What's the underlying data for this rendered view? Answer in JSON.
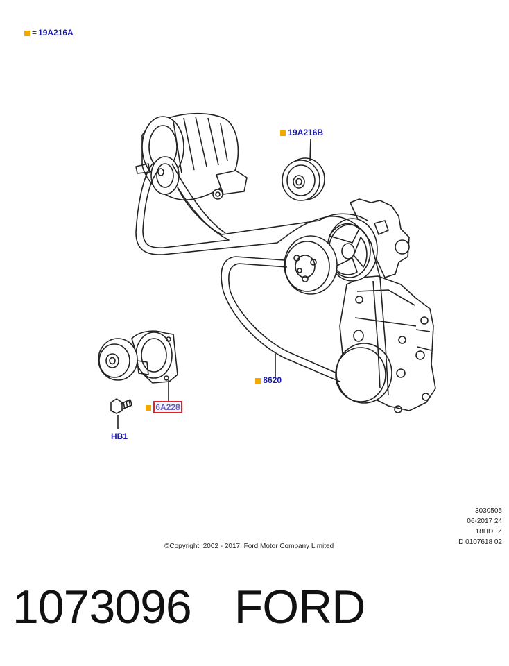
{
  "legend": {
    "symbol": "orange-square",
    "equals": "=",
    "code": "19A216A"
  },
  "callouts": {
    "idler_pulley": "19A216B",
    "drive_belt": "8620",
    "tensioner": "6A228",
    "bolt": "HB1"
  },
  "copyright": "©Copyright, 2002 - 2017, Ford Motor Company Limited",
  "codes": [
    "3030505",
    "06-2017 24",
    "18HDEZ",
    "D 0107618 02"
  ],
  "footer": {
    "part_number": "1073096",
    "brand": "FORD"
  },
  "colors": {
    "marker": "#f5a800",
    "label": "#1a1aa8",
    "highlight_border": "#d9252a"
  }
}
